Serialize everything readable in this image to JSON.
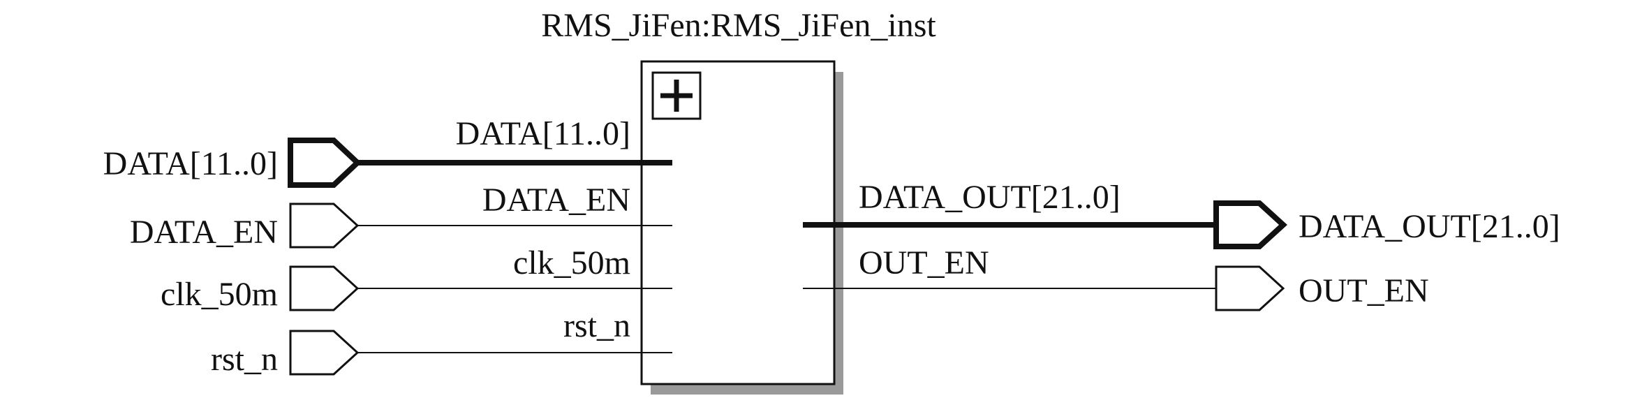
{
  "block": {
    "instance_name": "RMS_JiFen:RMS_JiFen_inst",
    "expand_icon": "plus-box-icon"
  },
  "input_pins": [
    {
      "name": "DATA[11..0]",
      "bus": true
    },
    {
      "name": "DATA_EN",
      "bus": false
    },
    {
      "name": "clk_50m",
      "bus": false
    },
    {
      "name": "rst_n",
      "bus": false
    }
  ],
  "block_inputs": [
    {
      "name": "DATA[11..0]",
      "bus": true
    },
    {
      "name": "DATA_EN",
      "bus": false
    },
    {
      "name": "clk_50m",
      "bus": false
    },
    {
      "name": "rst_n",
      "bus": false
    }
  ],
  "block_outputs": [
    {
      "name": "DATA_OUT[21..0]",
      "bus": true
    },
    {
      "name": "OUT_EN",
      "bus": false
    }
  ],
  "output_pins": [
    {
      "name": "DATA_OUT[21..0]",
      "bus": true
    },
    {
      "name": "OUT_EN",
      "bus": false
    }
  ],
  "colors": {
    "line": "#111111",
    "block_shadow": "#9a9a9a",
    "background": "#ffffff"
  }
}
